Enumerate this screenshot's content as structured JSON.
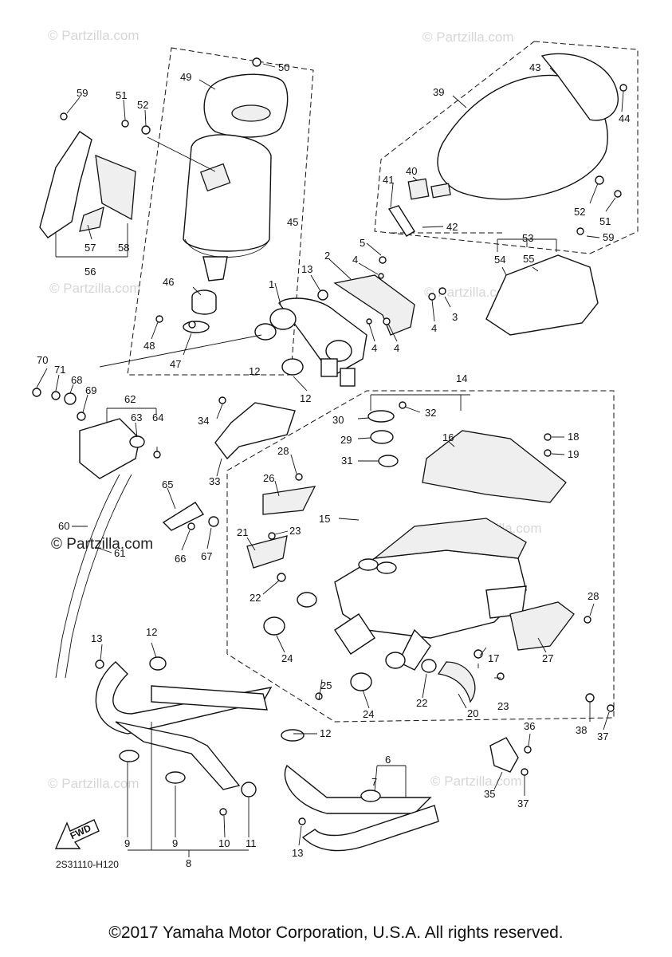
{
  "diagram": {
    "code": "2S31110-H120",
    "fwd_label": "FWD",
    "copyright": "©2017 Yamaha Motor Corporation, U.S.A. All rights reserved.",
    "watermark_light": "© Partzilla.com",
    "watermark_strong": "© Partzilla.com",
    "callouts": [
      "1",
      "2",
      "3",
      "4",
      "4",
      "4",
      "4",
      "5",
      "6",
      "7",
      "8",
      "9",
      "9",
      "10",
      "11",
      "12",
      "12",
      "12",
      "12",
      "13",
      "13",
      "13",
      "14",
      "15",
      "16",
      "17",
      "18",
      "19",
      "20",
      "21",
      "22",
      "22",
      "23",
      "23",
      "24",
      "24",
      "25",
      "26",
      "27",
      "28",
      "28",
      "29",
      "30",
      "31",
      "32",
      "33",
      "34",
      "35",
      "36",
      "37",
      "37",
      "38",
      "39",
      "40",
      "41",
      "42",
      "43",
      "44",
      "45",
      "46",
      "47",
      "48",
      "49",
      "50",
      "51",
      "51",
      "52",
      "52",
      "53",
      "54",
      "55",
      "56",
      "57",
      "58",
      "59",
      "59",
      "60",
      "61",
      "62",
      "63",
      "64",
      "65",
      "66",
      "67",
      "68",
      "69",
      "70",
      "71"
    ]
  }
}
